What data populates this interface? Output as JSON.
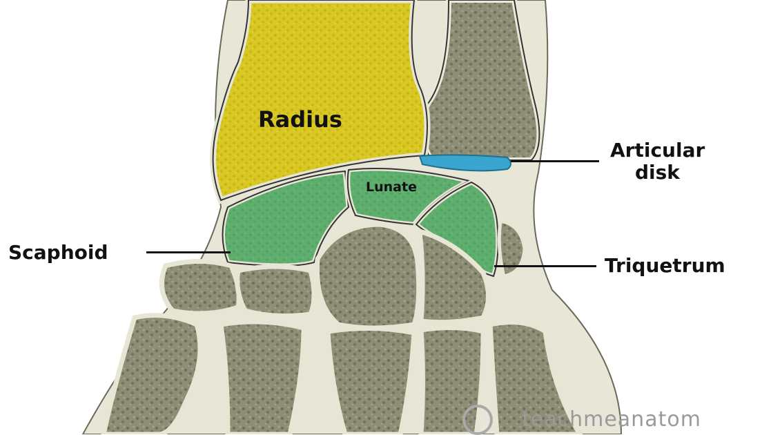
{
  "labels": {
    "radius": "Radius",
    "lunate": "Lunate",
    "articular_disk_line1": "Articular",
    "articular_disk_line2": "disk",
    "scaphoid": "Scaphoid",
    "triquetrum": "Triquetrum"
  },
  "watermark": {
    "text": "teachmeanatom"
  },
  "colors": {
    "radius": "#d8c820",
    "highlighted_carpals": "#5fb070",
    "articular_disk": "#3aa6cf",
    "bone": "#8c8b72",
    "cartilage": "#e6e4d4"
  }
}
